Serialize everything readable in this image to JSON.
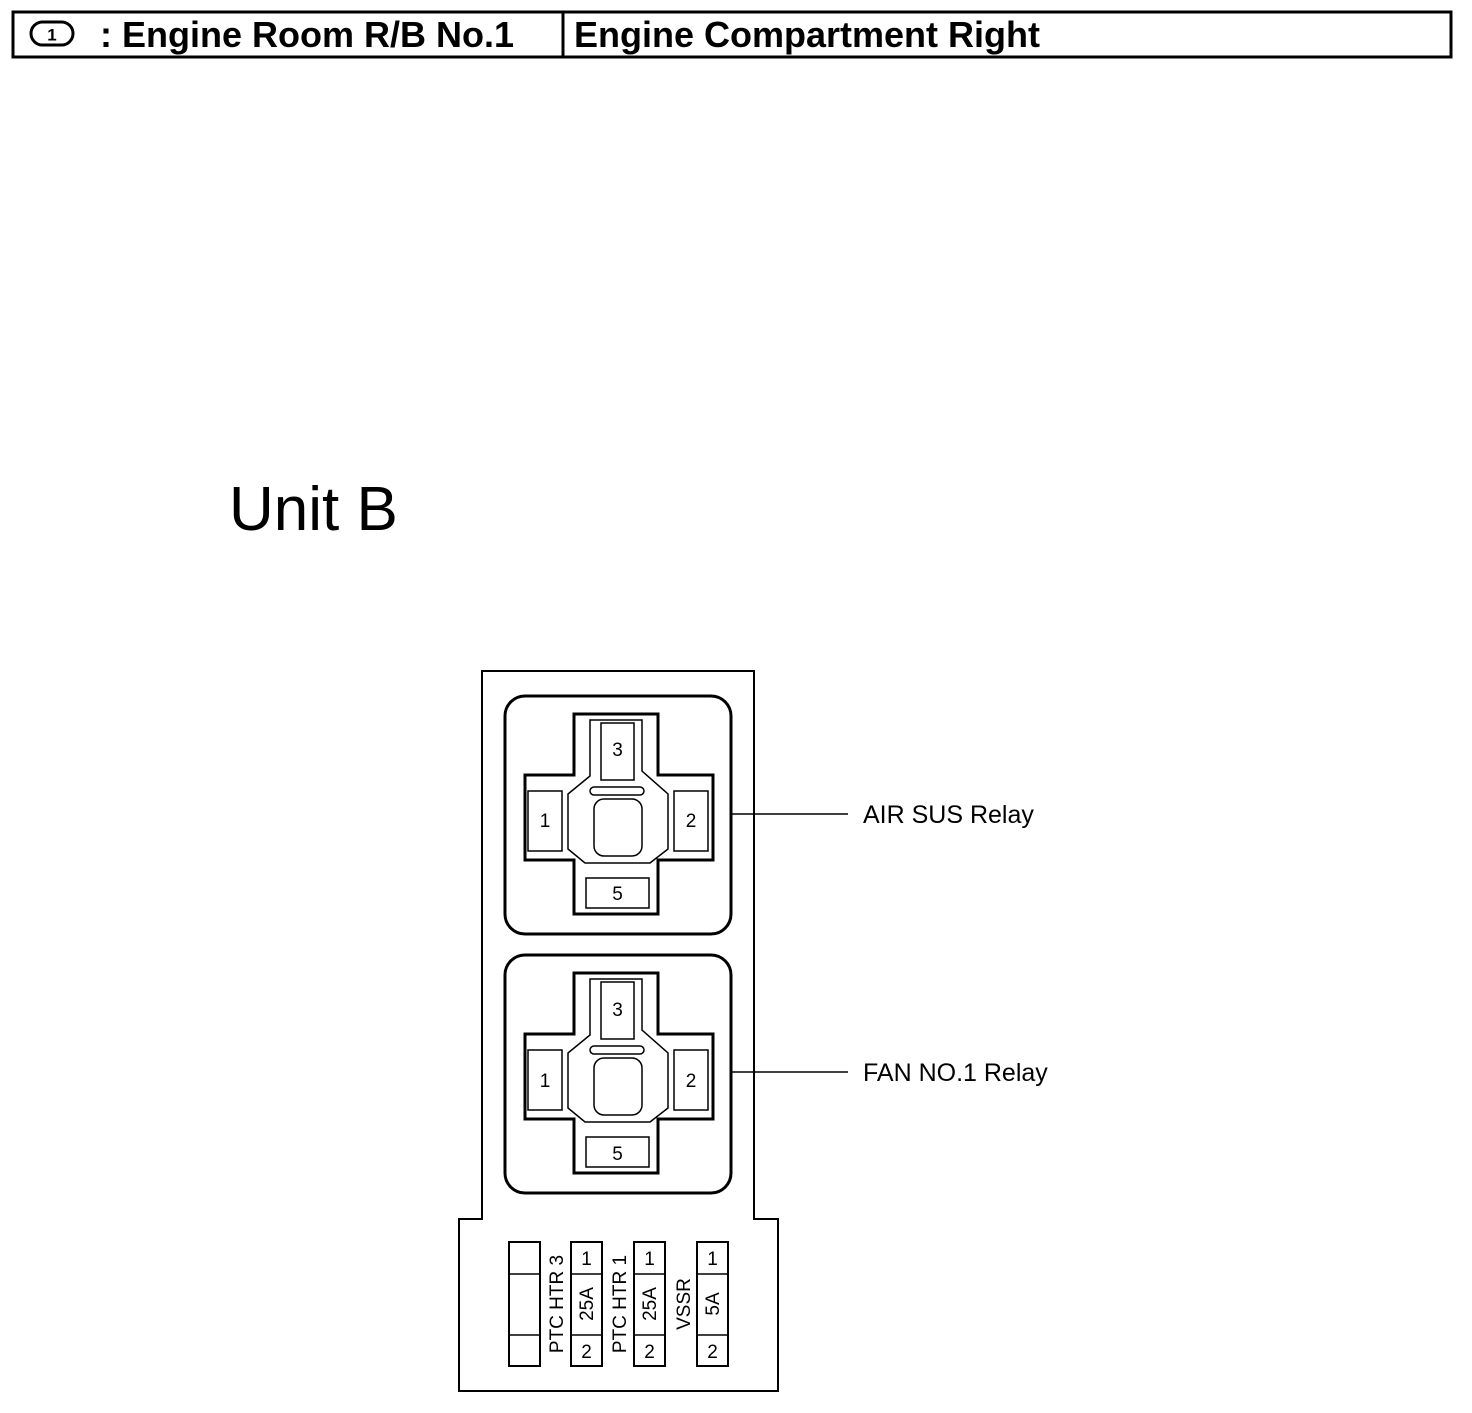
{
  "header": {
    "badge_number": "1",
    "location_code": ": Engine Room R/B No.1",
    "location_desc": "Engine Compartment Right"
  },
  "unit_title": "Unit B",
  "relays": [
    {
      "label": "AIR SUS Relay",
      "terminals": {
        "top": "3",
        "left": "1",
        "right": "2",
        "bottom": "5"
      }
    },
    {
      "label": "FAN NO.1 Relay",
      "terminals": {
        "top": "3",
        "left": "1",
        "right": "2",
        "bottom": "5"
      }
    }
  ],
  "fuses": [
    {
      "name": "PTC HTR 3",
      "rating": "25A",
      "pin_top": "1",
      "pin_bottom": "2"
    },
    {
      "name": "PTC HTR 1",
      "rating": "25A",
      "pin_top": "1",
      "pin_bottom": "2"
    },
    {
      "name": "VSSR",
      "rating": "5A",
      "pin_top": "1",
      "pin_bottom": "2"
    }
  ]
}
